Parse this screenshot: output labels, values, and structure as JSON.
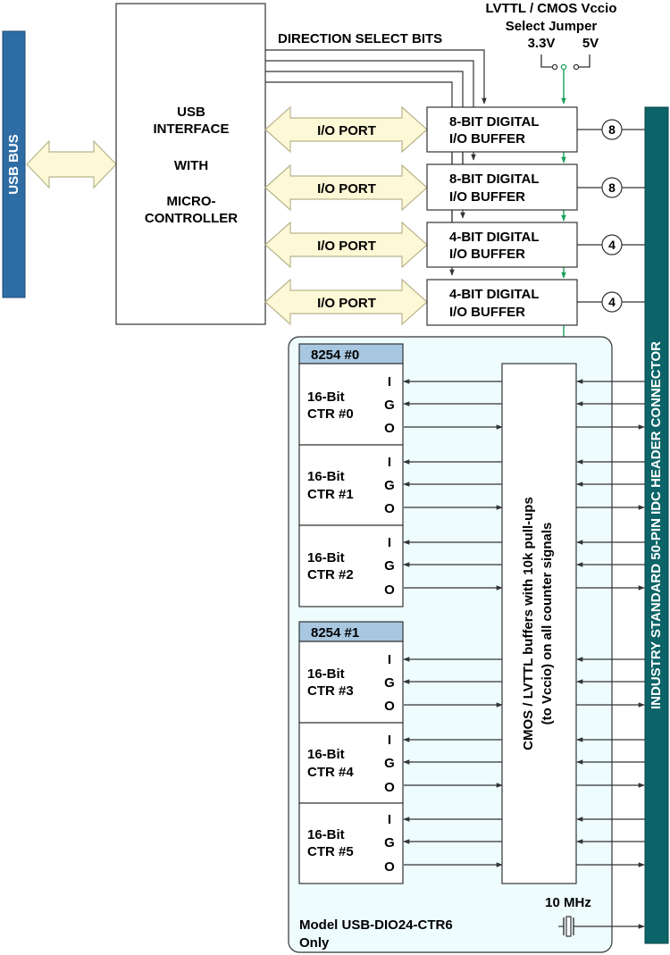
{
  "usb_bus": {
    "label": "USB BUS"
  },
  "usb_interface": {
    "lines": [
      "USB",
      "INTERFACE",
      "WITH",
      "MICRO-",
      "CONTROLLER"
    ]
  },
  "direction_select": {
    "label": "DIRECTION SELECT BITS"
  },
  "jumper": {
    "title_line1": "LVTTL / CMOS Vccio",
    "title_line2": "Select Jumper",
    "option_a": "3.3V",
    "option_b": "5V"
  },
  "io_ports": [
    {
      "label": "I/O PORT",
      "buffer_line1": "8-BIT DIGITAL",
      "buffer_line2": "I/O BUFFER",
      "bits": "8"
    },
    {
      "label": "I/O PORT",
      "buffer_line1": "8-BIT DIGITAL",
      "buffer_line2": "I/O BUFFER",
      "bits": "8"
    },
    {
      "label": "I/O PORT",
      "buffer_line1": "4-BIT DIGITAL",
      "buffer_line2": "I/O BUFFER",
      "bits": "4"
    },
    {
      "label": "I/O PORT",
      "buffer_line1": "4-BIT DIGITAL",
      "buffer_line2": "I/O BUFFER",
      "bits": "4"
    }
  ],
  "counter_chips": [
    {
      "label": "8254 #0",
      "counters": [
        {
          "line1": "16-Bit",
          "line2": "CTR #0"
        },
        {
          "line1": "16-Bit",
          "line2": "CTR #1"
        },
        {
          "line1": "16-Bit",
          "line2": "CTR #2"
        }
      ]
    },
    {
      "label": "8254 #1",
      "counters": [
        {
          "line1": "16-Bit",
          "line2": "CTR #3"
        },
        {
          "line1": "16-Bit",
          "line2": "CTR #4"
        },
        {
          "line1": "16-Bit",
          "line2": "CTR #5"
        }
      ]
    }
  ],
  "pin_labels": {
    "i": "I",
    "g": "G",
    "o": "O"
  },
  "cmos_buffer": {
    "line1": "CMOS / LVTTL buffers with 10k pull-ups",
    "line2": "(to Vccio) on all counter signals"
  },
  "oscillator": {
    "label": "10 MHz"
  },
  "model_note": {
    "line1": "Model USB-DIO24-CTR6",
    "line2": "Only"
  },
  "connector": {
    "label": "INDUSTRY STANDARD 50-PIN IDC HEADER CONNECTOR"
  },
  "colors": {
    "usb_bus": "#2e6da4",
    "connector": "#0c6468",
    "port_arrow_fill": "#fdf8d6",
    "port_arrow_stroke": "#b9b48c",
    "counter_region": "#eefcfd",
    "chip_label_bg": "#a8c7e0",
    "jumper_green": "#1aa05a",
    "line": "#333333"
  }
}
